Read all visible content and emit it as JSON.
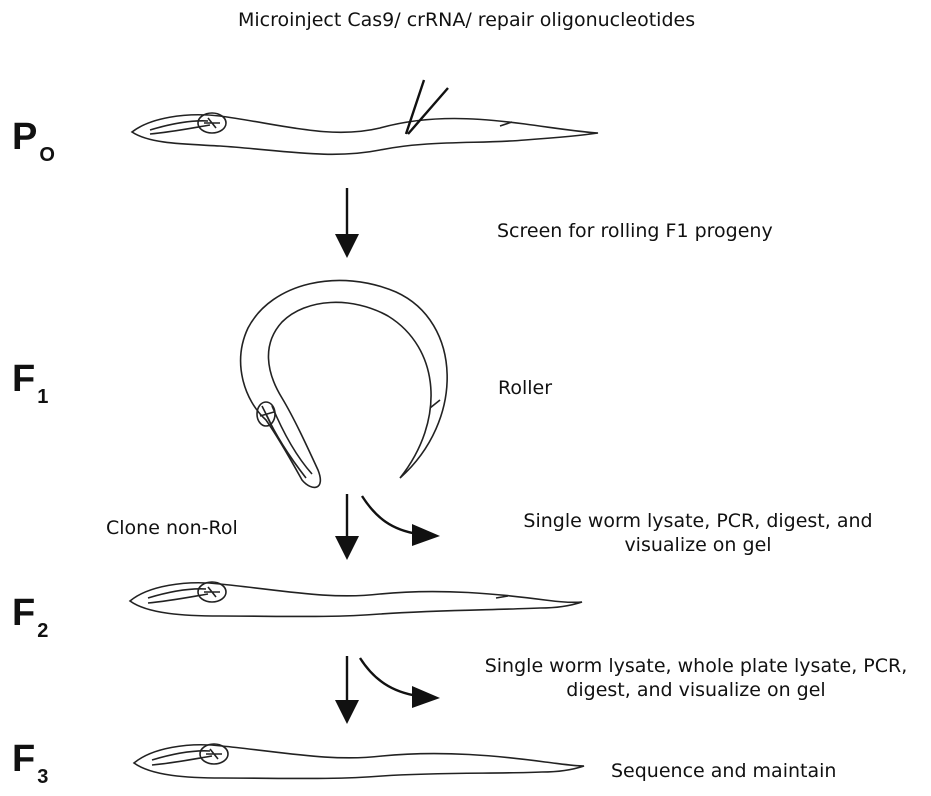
{
  "title": "Microinject Cas9/ crRNA/ repair oligonucleotides",
  "generations": [
    {
      "main": "P",
      "sub": "O"
    },
    {
      "main": "F",
      "sub": "1"
    },
    {
      "main": "F",
      "sub": "2"
    },
    {
      "main": "F",
      "sub": "3"
    }
  ],
  "steps": {
    "screen": "Screen for rolling F1 progeny",
    "roller": "Roller",
    "clone": "Clone non-Rol",
    "f1_assay_line1": "Single worm lysate, PCR, digest, and",
    "f1_assay_line2": "visualize on gel",
    "f2_assay_line1": "Single worm lysate, whole plate lysate, PCR,",
    "f2_assay_line2": "digest, and visualize on gel",
    "final": "Sequence and maintain"
  }
}
